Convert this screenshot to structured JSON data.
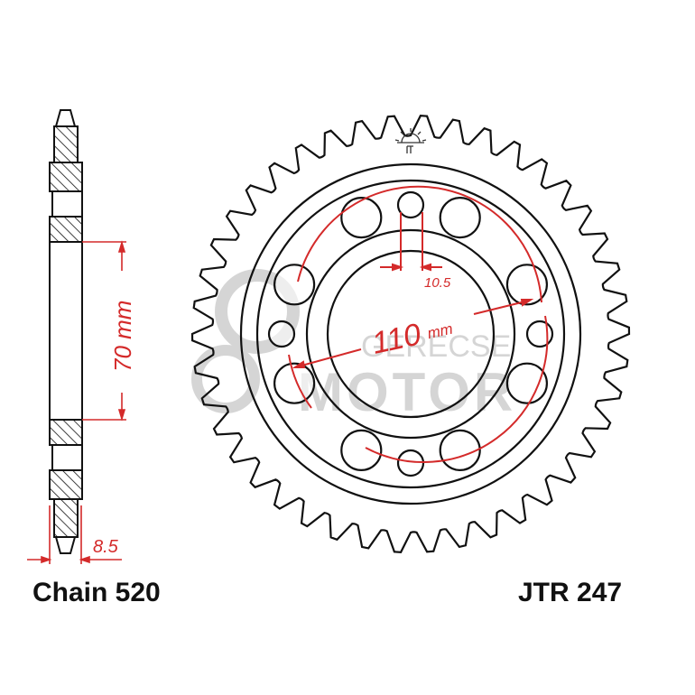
{
  "labels": {
    "chain": "Chain 520",
    "part_number": "JTR 247",
    "hub_diameter": "70 mm",
    "thickness": "8.5",
    "bolt_hole": "10.5",
    "pcd_value": "110",
    "pcd_unit": "mm"
  },
  "watermark": {
    "line1": "GERECSE",
    "line2": "MOTOR"
  },
  "colors": {
    "line": "#111111",
    "dimension": "#d42a2a",
    "watermark": "#b0b0b0"
  }
}
